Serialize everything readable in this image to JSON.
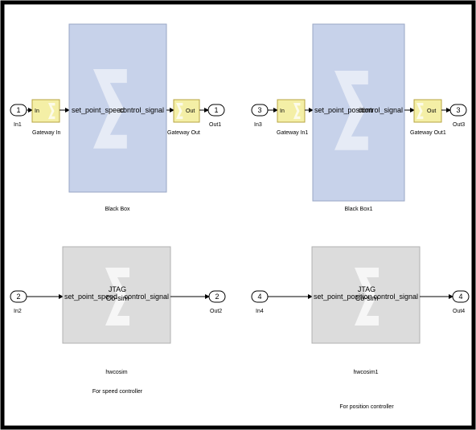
{
  "colors": {
    "black_box_fill": "#c7d2ea",
    "cosim_fill": "#dcdcdc",
    "gateway_fill": "#f4efa6",
    "frame": "#000000"
  },
  "icons": {
    "xilinx": "xilinx-sigma-logo-icon"
  },
  "inports": [
    {
      "num": "1",
      "label": "In1"
    },
    {
      "num": "3",
      "label": "In3"
    },
    {
      "num": "2",
      "label": "In2"
    },
    {
      "num": "4",
      "label": "In4"
    }
  ],
  "outports": [
    {
      "num": "1",
      "label": "Out1"
    },
    {
      "num": "3",
      "label": "Out3"
    },
    {
      "num": "2",
      "label": "Out2"
    },
    {
      "num": "4",
      "label": "Out4"
    }
  ],
  "gateways": [
    {
      "label": "Gateway In",
      "port_text": "In"
    },
    {
      "label": "Gateway Out",
      "port_text": "Out"
    },
    {
      "label": "Gateway In1",
      "port_text": "In"
    },
    {
      "label": "Gateway Out1",
      "port_text": "Out"
    }
  ],
  "black_boxes": [
    {
      "label": "Black Box",
      "in_port": "set_point_speed",
      "out_port": "control_signal"
    },
    {
      "label": "Black Box1",
      "in_port": "set_point_position",
      "out_port": "control_signal"
    }
  ],
  "cosim_blocks": [
    {
      "label": "hwcosim",
      "in_port": "set_point_speed",
      "out_port": "control_signal",
      "center_line1": "JTAG",
      "center_line2": "Co-sim",
      "caption": "For speed controller"
    },
    {
      "label": "hwcosim1",
      "in_port": "set_point_position",
      "out_port": "control_signal",
      "center_line1": "JTAG",
      "center_line2": "Co-sim",
      "caption": "For position controller"
    }
  ]
}
